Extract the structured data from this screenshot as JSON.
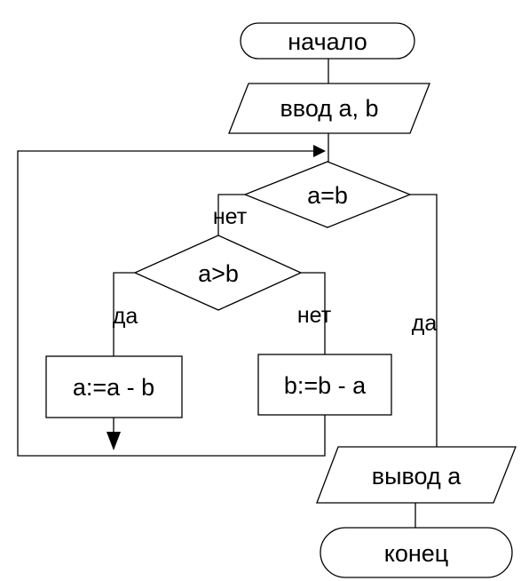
{
  "flowchart": {
    "start": "начало",
    "input": "ввод a, b",
    "cond1": "a=b",
    "cond2": "a>b",
    "step_a": "a:=a - b",
    "step_b": "b:=b - a",
    "output": "вывод a",
    "end": "конец",
    "labels": {
      "cond1_no": "нет",
      "cond1_yes": "да",
      "cond2_yes": "да",
      "cond2_no": "нет"
    }
  }
}
